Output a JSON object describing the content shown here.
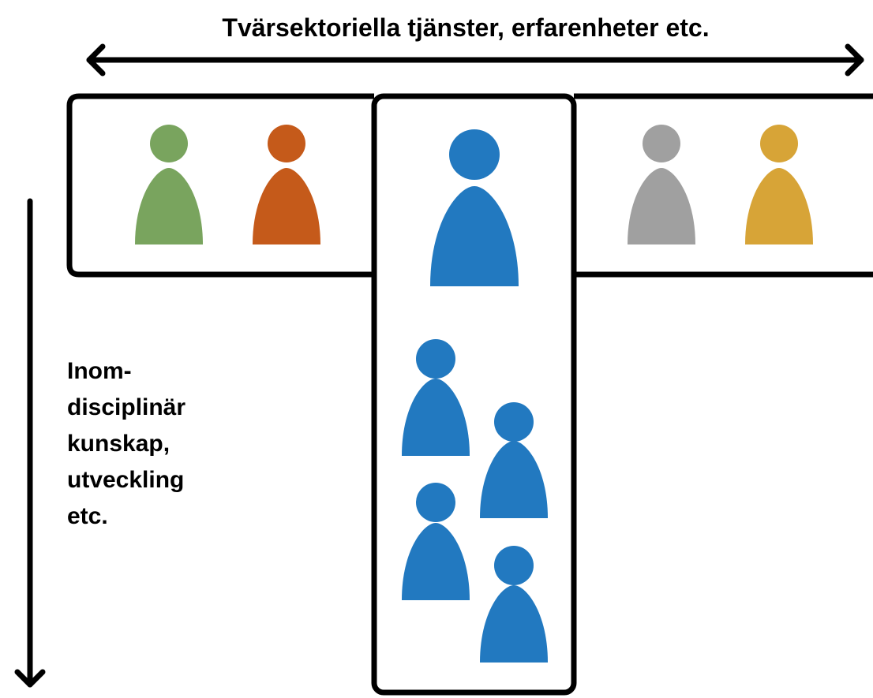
{
  "top_label": "Tvärsektoriella tjänster, erfarenheter etc.",
  "side_label_lines": [
    "Inom-",
    "disciplinär",
    "kunskap,",
    "utveckling",
    "etc."
  ],
  "colors": {
    "outline": "#000000",
    "figure_green": "#79A45E",
    "figure_orange": "#C55A1A",
    "figure_blue": "#2279C0",
    "figure_gray": "#A0A0A0",
    "figure_gold": "#D7A437"
  },
  "figures": [
    {
      "id": "figure-green",
      "color": "figure_green",
      "group": "horizontal-bar"
    },
    {
      "id": "figure-orange",
      "color": "figure_orange",
      "group": "horizontal-bar"
    },
    {
      "id": "figure-blue-main",
      "color": "figure_blue",
      "group": "vertical-bar"
    },
    {
      "id": "figure-gray",
      "color": "figure_gray",
      "group": "horizontal-bar"
    },
    {
      "id": "figure-gold",
      "color": "figure_gold",
      "group": "horizontal-bar"
    },
    {
      "id": "figure-blue-small-1",
      "color": "figure_blue",
      "group": "vertical-bar"
    },
    {
      "id": "figure-blue-small-2",
      "color": "figure_blue",
      "group": "vertical-bar"
    },
    {
      "id": "figure-blue-small-3",
      "color": "figure_blue",
      "group": "vertical-bar"
    },
    {
      "id": "figure-blue-small-4",
      "color": "figure_blue",
      "group": "vertical-bar"
    }
  ]
}
